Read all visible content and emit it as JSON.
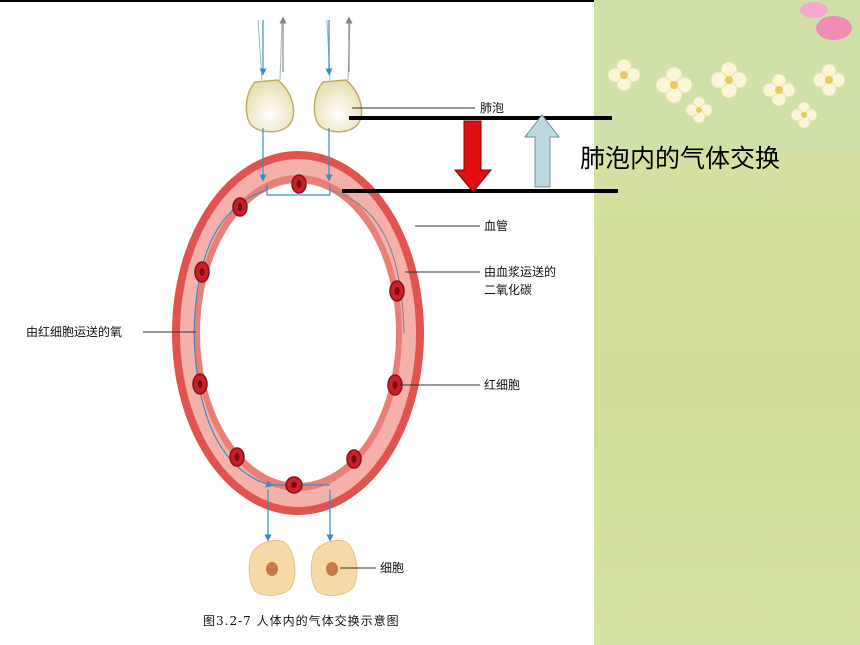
{
  "slide_title": "肺泡内的气体交换",
  "labels": {
    "alveolus": "肺泡",
    "vessel": "血管",
    "co2_line1": "由血浆运送的",
    "co2_line2": "二氧化碳",
    "oxygen": "由红细胞运送的氧",
    "rbc": "红细胞",
    "cell": "细胞"
  },
  "caption": "图3.2-7   人体内的气体交换示意图",
  "colors": {
    "vessel_red": "#e0534f",
    "rbc": "#c8202a",
    "arrow_down": "#e01010",
    "arrow_up": "#bcd9e2",
    "panel": "#d2df9c",
    "flow_arrow": "#3b8fc0"
  }
}
